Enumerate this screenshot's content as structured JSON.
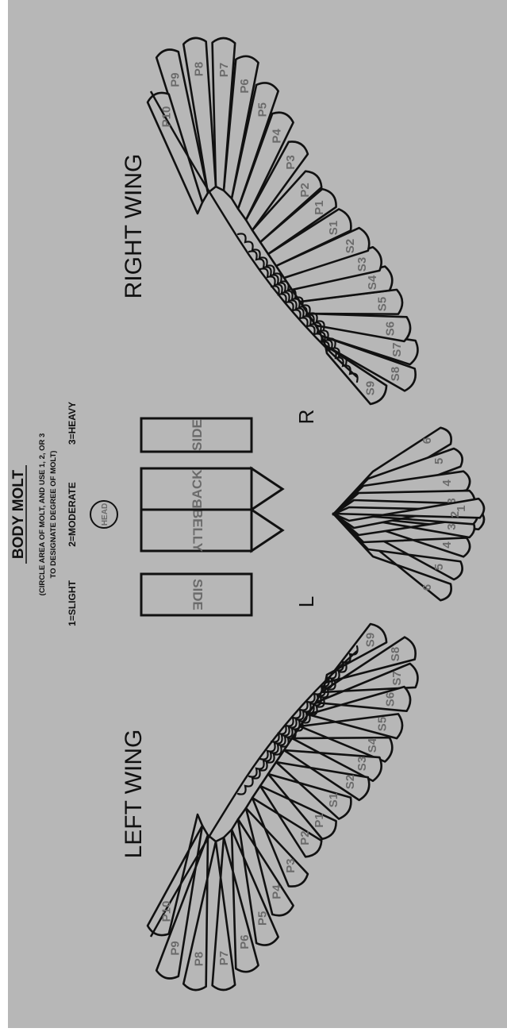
{
  "title": "BODY MOLT",
  "instructions_line1": "(CIRCLE AREA OF MOLT, AND USE 1, 2, OR 3",
  "instructions_line2": "TO DESIGNATE DEGREE OF MOLT)",
  "legend": [
    "1=SLIGHT",
    "2=MODERATE",
    "3=HEAVY"
  ],
  "body_areas": {
    "left_side": "SIDE",
    "belly": "BELLY",
    "back": "BACK",
    "right_side": "SIDE",
    "head": "HEAD"
  },
  "orientation": {
    "left": "L",
    "right": "R"
  },
  "right_wing": {
    "title": "RIGHT WING",
    "primaries": [
      "P10",
      "P9",
      "P8",
      "P7",
      "P6",
      "P5",
      "P4",
      "P3",
      "P2",
      "P1"
    ],
    "secondaries": [
      "S1",
      "S2",
      "S3",
      "S4",
      "S5",
      "S6",
      "S7",
      "S8",
      "S9"
    ]
  },
  "left_wing": {
    "title": "LEFT WING",
    "primaries": [
      "P10",
      "P9",
      "P8",
      "P7",
      "P6",
      "P5",
      "P4",
      "P3",
      "P2",
      "P1"
    ],
    "secondaries": [
      "S1",
      "S2",
      "S3",
      "S4",
      "S5",
      "S6",
      "S7",
      "S8",
      "S9"
    ]
  },
  "tail": {
    "left_rectrices": [
      "6",
      "5",
      "4",
      "3",
      "2",
      "1"
    ],
    "right_rectrices": [
      "1",
      "2",
      "3",
      "4",
      "5",
      "6"
    ]
  },
  "colors": {
    "background": "#b7b7b7",
    "ink": "#111111",
    "label_gray": "#6b6b6b"
  }
}
